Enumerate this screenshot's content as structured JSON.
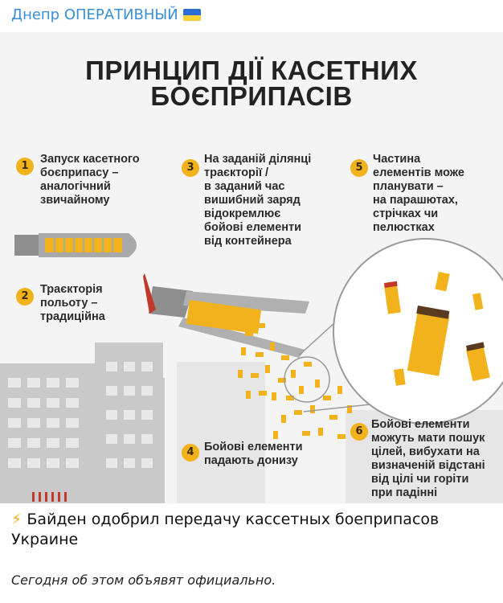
{
  "channel": {
    "name": "Днепр ОПЕРАТИВНЫЙ",
    "flag_colors": [
      "#2b6fd6",
      "#f7d13a"
    ]
  },
  "poster": {
    "title_line1": "ПРИНЦИП ДІЇ КАСЕТНИХ",
    "title_line2": "БОЄПРИПАСІВ",
    "accent": "#f2b21b",
    "steps": [
      {
        "num": "1",
        "text": "Запуск касетного\nбоєприпасу –\nаналогічний\nзвичайному"
      },
      {
        "num": "2",
        "text": "Траєкторія\nпольоту –\nтрадиційна"
      },
      {
        "num": "3",
        "text": "На заданій ділянці\nтраєкторії /\nв заданий час\nвишибний заряд\nвідокремлює\nбойові елементи\nвід контейнера"
      },
      {
        "num": "4",
        "text": "Бойові елементи\nпадають донизу"
      },
      {
        "num": "5",
        "text": "Частина\nелементів може\nпланувати –\nна парашютах,\nстрічках чи\nпелюстках"
      },
      {
        "num": "6",
        "text": "Бойові елементи\nможуть мати пошук\nцілей, вибухати на\nвизначеній відстані\nвід цілі чи горіти\nпри падінні"
      }
    ]
  },
  "post": {
    "lightning_icon": "⚡",
    "headline": "Байден одобрил передачу кассетных боеприпасов Украине",
    "subline": "Сегодня об этом объявят официально."
  }
}
